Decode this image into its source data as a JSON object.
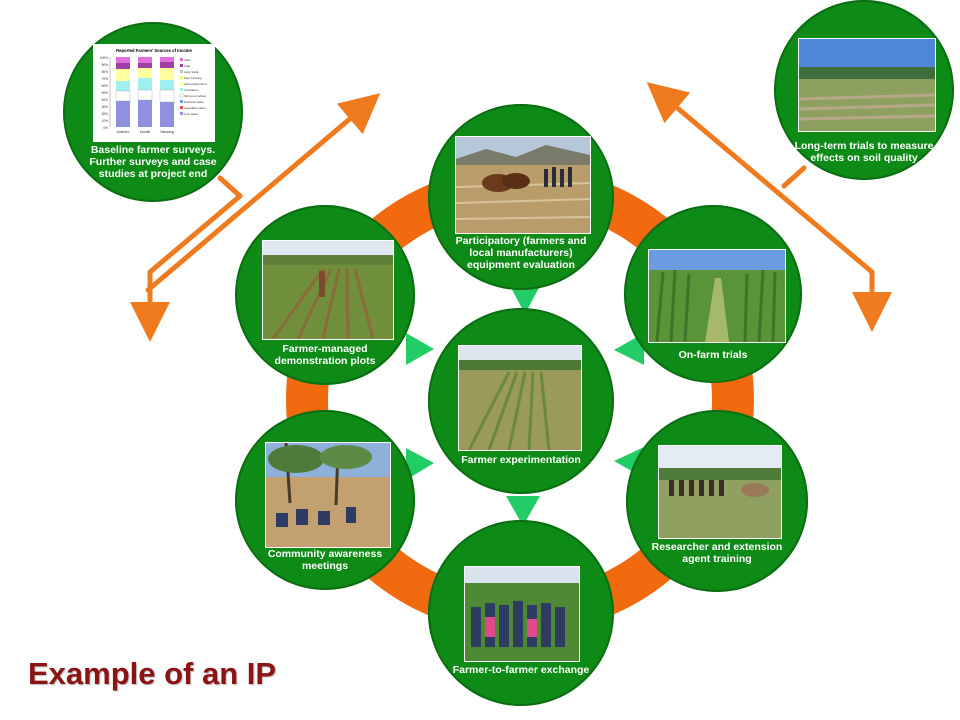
{
  "title": "Example of an IP",
  "nodes": {
    "baseline": {
      "label": "Baseline farmer surveys. Further surveys and case studies at project end"
    },
    "longterm": {
      "label": "Long-term trials to measure effects on soil quality"
    },
    "participatory": {
      "label": "Participatory (farmers and local manufacturers) equipment evaluation"
    },
    "demo": {
      "label": "Farmer-managed demonstration plots"
    },
    "onfarm": {
      "label": "On-farm trials"
    },
    "experimentation": {
      "label": "Farmer experimentation"
    },
    "community": {
      "label": "Community awareness meetings"
    },
    "researcher": {
      "label": "Researcher and extension agent training"
    },
    "exchange": {
      "label": "Farmer-to-farmer exchange"
    }
  },
  "mini_chart": {
    "title": "Reported Farmers' Sources of Income",
    "yticks": [
      "100%",
      "90%",
      "80%",
      "70%",
      "60%",
      "50%",
      "40%",
      "30%",
      "20%",
      "10%",
      "0%"
    ],
    "categories": [
      "Amerero",
      "Kandiri",
      "Nansang"
    ],
    "legend": [
      "other",
      "craft",
      "petty trade",
      "beer brewing",
      "self-employment",
      "remittance",
      "hiring out labour",
      "livestock sales",
      "vegetable sales",
      "crop sales"
    ]
  },
  "colors": {
    "node_green": "#0e8a16",
    "ring_orange": "#f26a10",
    "arrow_orange": "#f07a1e",
    "inward_arrow": "#22cc66",
    "title": "#8b1414"
  }
}
